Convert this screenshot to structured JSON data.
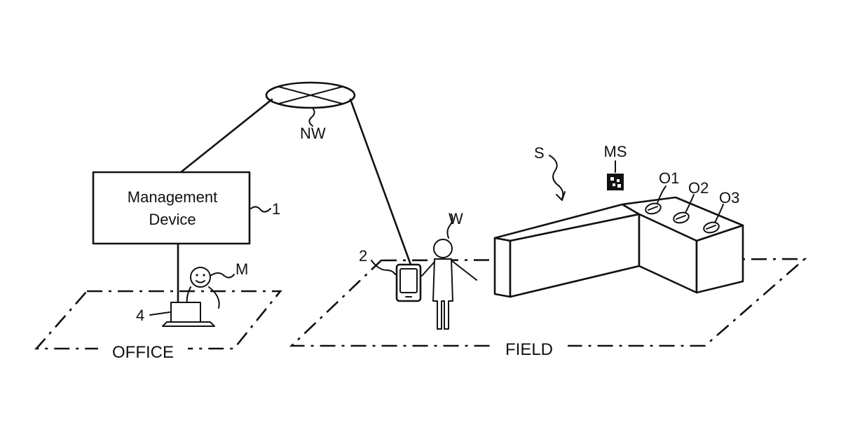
{
  "diagram": {
    "labels": {
      "network": "NW",
      "management_device_line1": "Management",
      "management_device_line2": "Device",
      "management_device_ref": "1",
      "terminal_ref": "2",
      "laptop_ref": "4",
      "manager_ref": "M",
      "worker_ref": "W",
      "site_ref": "S",
      "marker_ref": "MS",
      "object_1": "O1",
      "object_2": "O2",
      "object_3": "O3",
      "office": "OFFICE",
      "field": "FIELD"
    }
  }
}
